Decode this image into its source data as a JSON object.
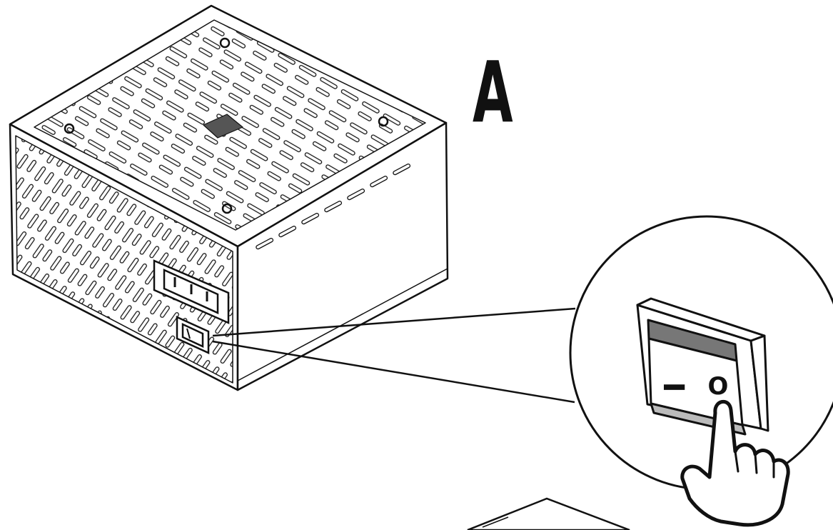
{
  "diagram": {
    "step_label": "A",
    "switch_symbols": {
      "on": "I",
      "off": "O"
    },
    "colors": {
      "line": "#111111",
      "background": "#ffffff",
      "rocker_shade": "#777777",
      "switch_face": "#ffffff"
    },
    "icons": {
      "psu": "power-supply-unit",
      "socket": "ac-power-inlet-icon",
      "switch": "rocker-switch-icon",
      "hand": "pointing-hand-icon"
    }
  }
}
